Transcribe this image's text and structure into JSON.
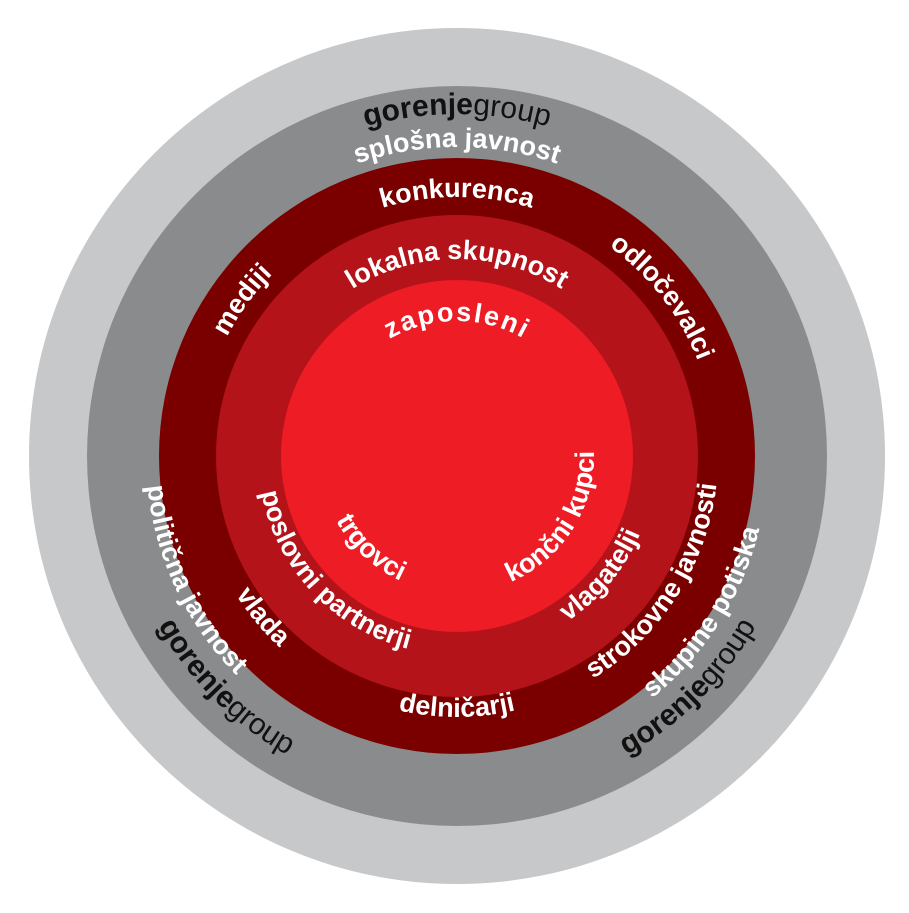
{
  "colors": {
    "ring_outer": "#c7c8ca",
    "ring_gray": "#8a8b8d",
    "ring_darkred": "#7a0000",
    "ring_red": "#b31319",
    "core": "#ee1c25",
    "text_on_rings": "#ffffff",
    "brand_text": "#111111"
  },
  "brand": {
    "bold": "gorenje",
    "light": "group"
  },
  "rings": {
    "gray": [
      "splošna javnost",
      "politična javnost",
      "skupine potiska"
    ],
    "dark_red": [
      "konkurenca",
      "odločevalci",
      "vlada",
      "delničarji",
      "strokovne javnosti",
      "mediji"
    ],
    "red": [
      "lokalna skupnost",
      "poslovni partnerji",
      "vlagatelji"
    ],
    "core": [
      "zaposleni",
      "trgovci",
      "končni kupci"
    ]
  }
}
